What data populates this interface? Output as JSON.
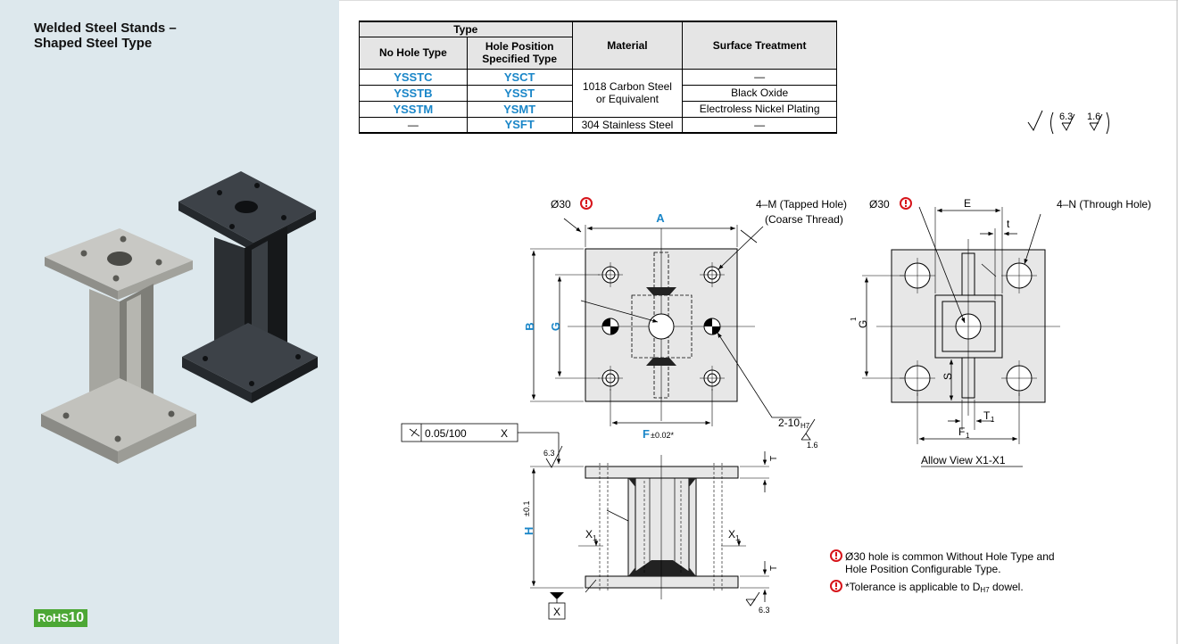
{
  "sidebar": {
    "title_line1": "Welded Steel Stands –",
    "title_line2": "Shaped Steel Type",
    "rohs_prefix": "RoHS",
    "rohs_num": "10"
  },
  "table": {
    "header_type": "Type",
    "header_no_hole": "No Hole Type",
    "header_hole_pos_1": "Hole Position",
    "header_hole_pos_2": "Specified Type",
    "header_material": "Material",
    "header_surface": "Surface Treatment",
    "rows": [
      {
        "no_hole": "YSSTC",
        "hole_pos": "YSCT",
        "surface": "—"
      },
      {
        "no_hole": "YSSTB",
        "hole_pos": "YSST",
        "surface": "Black Oxide"
      },
      {
        "no_hole": "YSSTM",
        "hole_pos": "YSMT",
        "surface": "Electroless Nickel Plating"
      },
      {
        "no_hole": "—",
        "hole_pos": "YSFT",
        "surface": "—"
      }
    ],
    "material_carbon_1": "1018 Carbon Steel",
    "material_carbon_2": "or Equivalent",
    "material_stainless": "304 Stainless Steel"
  },
  "roughness": {
    "left_value": "6.3",
    "right_value": "1.6"
  },
  "drawing": {
    "dia30": "Ø30",
    "tapped_hole": "4–M (Tapped Hole)",
    "coarse_thread": "(Coarse Thread)",
    "dim_A": "A",
    "dim_B": "B",
    "dim_G": "G",
    "dim_F": "F",
    "tol_F": "±0.02*",
    "dowel_holes": "2-10",
    "dowel_sub": "H7",
    "rough_16": "1.6",
    "parallelism_value": "0.05/100",
    "datum_X": "X",
    "rough_63": "6.3",
    "dim_T": "T",
    "dim_H": "H",
    "tol_H": "±0.1",
    "label_X1": "X",
    "sub_1": "1",
    "dim_E": "E",
    "through_hole": "4–N (Through Hole)",
    "dim_t": "t",
    "dim_G1": "G",
    "dim_S": "S",
    "dim_T1": "T",
    "dim_F1": "F",
    "allow_view": "Allow View X1-X1"
  },
  "notes": {
    "note1_line1": "Ø30 hole is common Without Hole Type and",
    "note1_line2": "Hole Position Configurable Type.",
    "note2_prefix": "*Tolerance is applicable to D",
    "note2_sub": "H7",
    "note2_suffix": " dowel."
  },
  "colors": {
    "accent_blue": "#1a86c8",
    "warn_red": "#d7141a",
    "sidebar_bg": "#dde8ed",
    "rohs_green": "#4ca735"
  }
}
